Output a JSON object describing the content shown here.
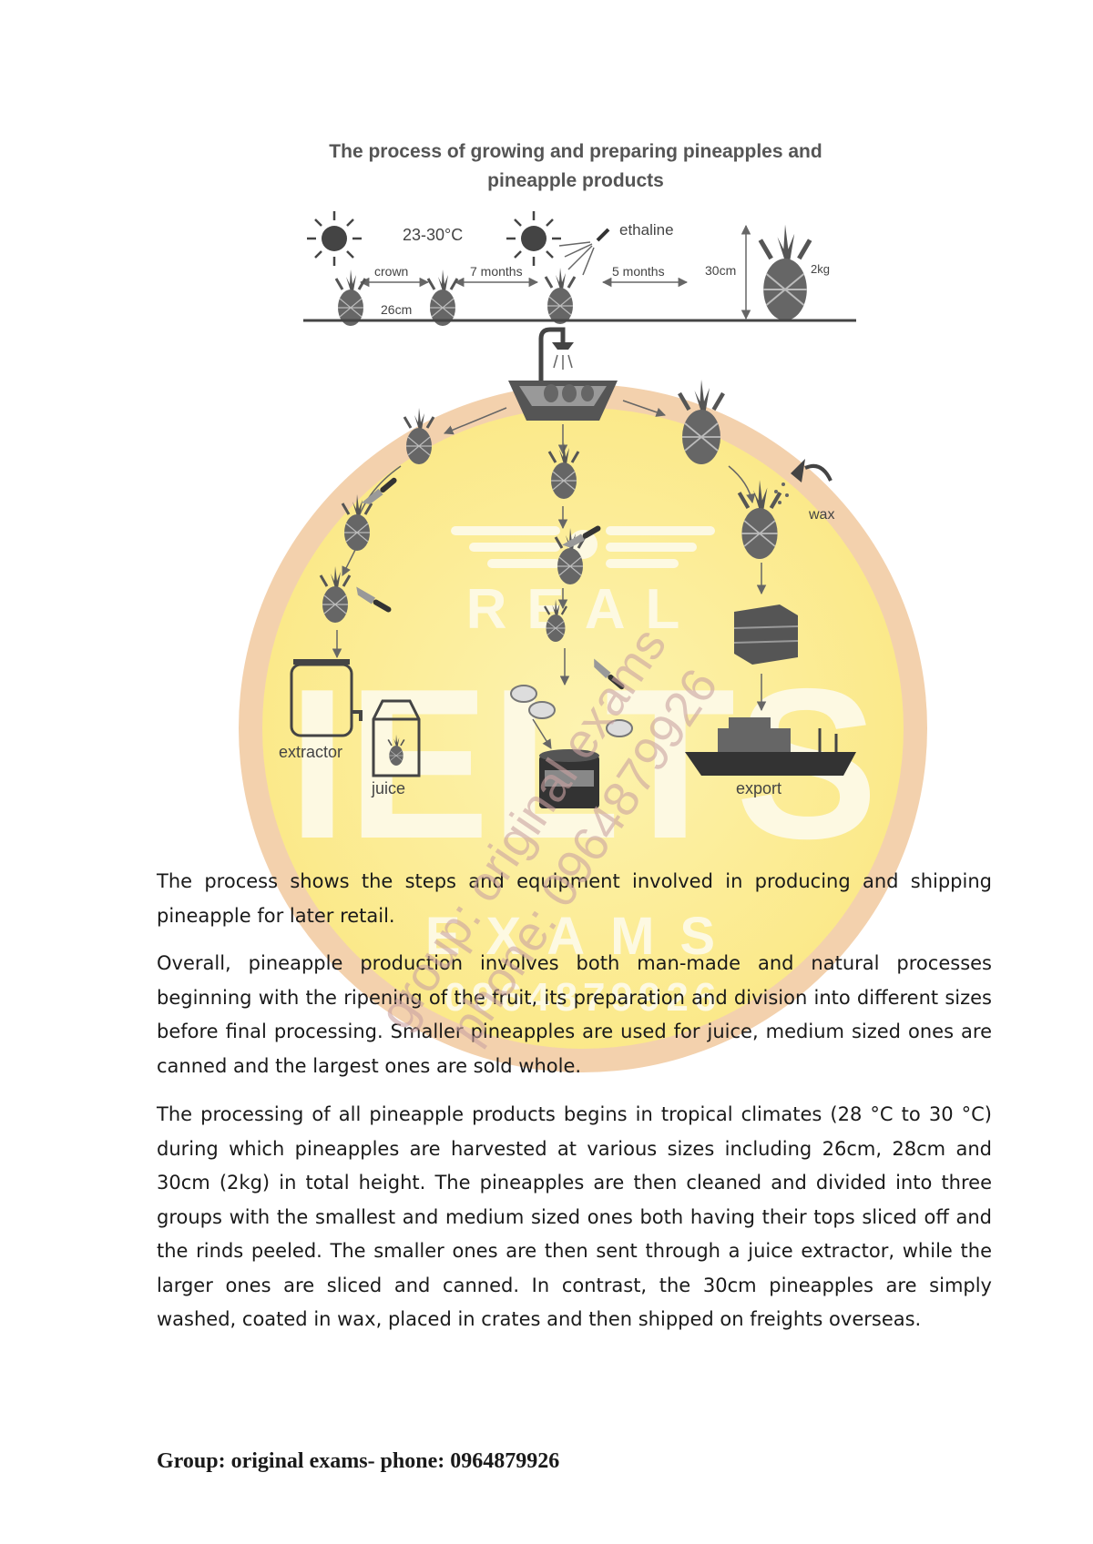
{
  "diagram": {
    "title_line1": "The process of growing and preparing pineapples and",
    "title_line2": "pineapple products",
    "labels": {
      "temperature": "23-30°C",
      "chemical": "ethaline",
      "crown": "crown",
      "seven_months": "7 months",
      "five_months": "5 months",
      "height": "30cm",
      "weight": "2kg",
      "spacing": "26cm",
      "wax": "wax",
      "extractor": "extractor",
      "juice": "juice",
      "export": "export"
    }
  },
  "watermark": {
    "logo_text1": "REAL",
    "logo_text2": "IELTS",
    "logo_text3": "EXAMS",
    "logo_phone": "0964879926",
    "overlay_line1": "group: original exams",
    "overlay_line2": "phone: 0964879926"
  },
  "essay": {
    "paragraph1": "The process shows the steps and equipment involved in producing and shipping pineapple for later retail.",
    "paragraph2": "Overall, pineapple production involves both man-made and natural processes beginning with the ripening of the fruit, its preparation and division into different sizes before final processing. Smaller pineapples are used for juice, medium sized ones are canned and the largest ones are sold whole.",
    "paragraph3": "The processing of all pineapple products begins in tropical climates (28 °C to 30 °C) during which pineapples are harvested at various sizes including 26cm, 28cm and 30cm (2kg) in total height. The pineapples are then cleaned and divided into three groups with the smallest and medium sized ones both having their tops sliced off and the rinds peeled. The smaller ones are then sent through a juice extractor, while the larger ones are sliced and canned. In contrast, the 30cm pineapples are simply washed, coated in wax, placed in crates and then shipped on freights overseas."
  },
  "footer": {
    "text": "Group: original exams- phone: 0964879926"
  }
}
